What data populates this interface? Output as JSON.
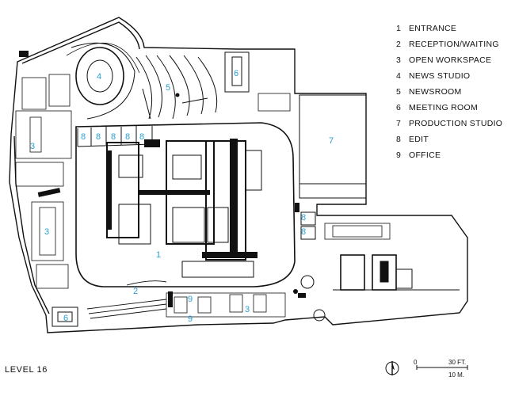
{
  "legend": [
    {
      "num": "1",
      "label": "ENTRANCE"
    },
    {
      "num": "2",
      "label": "RECEPTION/WAITING"
    },
    {
      "num": "3",
      "label": "OPEN WORKSPACE"
    },
    {
      "num": "4",
      "label": "NEWS STUDIO"
    },
    {
      "num": "5",
      "label": "NEWSROOM"
    },
    {
      "num": "6",
      "label": "MEETING ROOM"
    },
    {
      "num": "7",
      "label": "PRODUCTION STUDIO"
    },
    {
      "num": "8",
      "label": "EDIT"
    },
    {
      "num": "9",
      "label": "OFFICE"
    }
  ],
  "level_label": "LEVEL 16",
  "scale": {
    "zero": "0",
    "feet": "30 FT.",
    "meters": "10 M."
  },
  "room_labels": {
    "entrance": "1",
    "reception": "2",
    "workspace": "3",
    "news_studio": "4",
    "newsroom": "5",
    "meeting": "6",
    "production": "7",
    "edit": "8",
    "office": "9"
  },
  "colors": {
    "label_accent": "#2a9fd0",
    "ink": "#111111"
  }
}
